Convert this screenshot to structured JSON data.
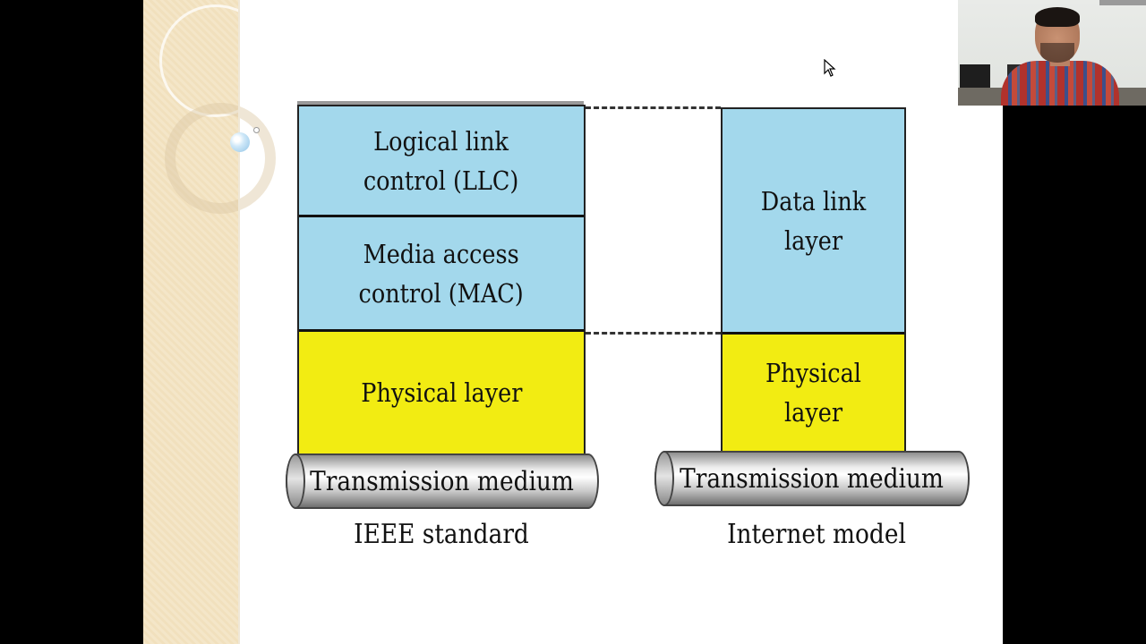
{
  "diagram": {
    "ieee": {
      "llc_line1": "Logical link",
      "llc_line2": "control (LLC)",
      "mac_line1": "Media access",
      "mac_line2": "control (MAC)",
      "physical": "Physical layer",
      "medium": "Transmission medium",
      "caption": "IEEE standard"
    },
    "internet": {
      "data_link": "Data link layer",
      "physical": "Physical layer",
      "medium": "Transmission medium",
      "caption": "Internet model"
    }
  },
  "colors": {
    "sublayer_blue": "#a3d8ec",
    "physical_yellow": "#f2ec12",
    "side_panel": "#f4e6c8"
  }
}
